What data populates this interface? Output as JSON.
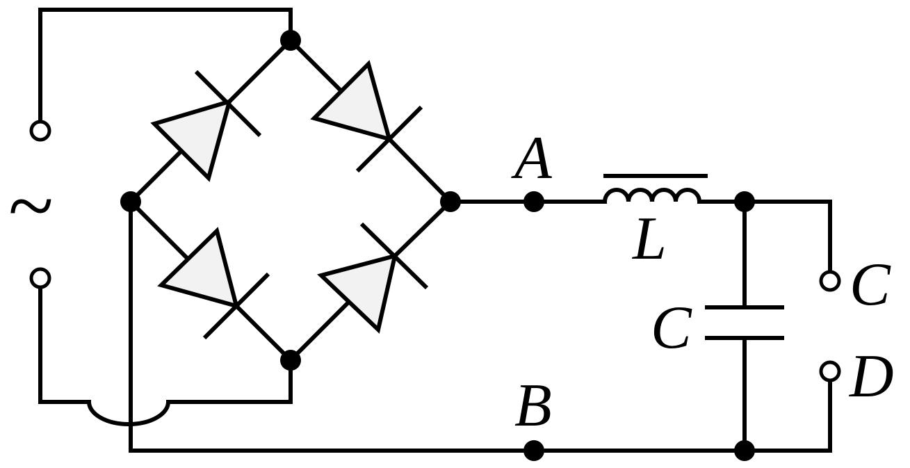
{
  "labels": {
    "ac_source": "~",
    "node_a": "A",
    "node_b": "B",
    "inductor": "L",
    "capacitor": "C",
    "terminal_c": "C",
    "terminal_d": "D"
  },
  "colors": {
    "line": "#000000",
    "diode_fill": "#f2f2f2",
    "background": "#ffffff"
  }
}
